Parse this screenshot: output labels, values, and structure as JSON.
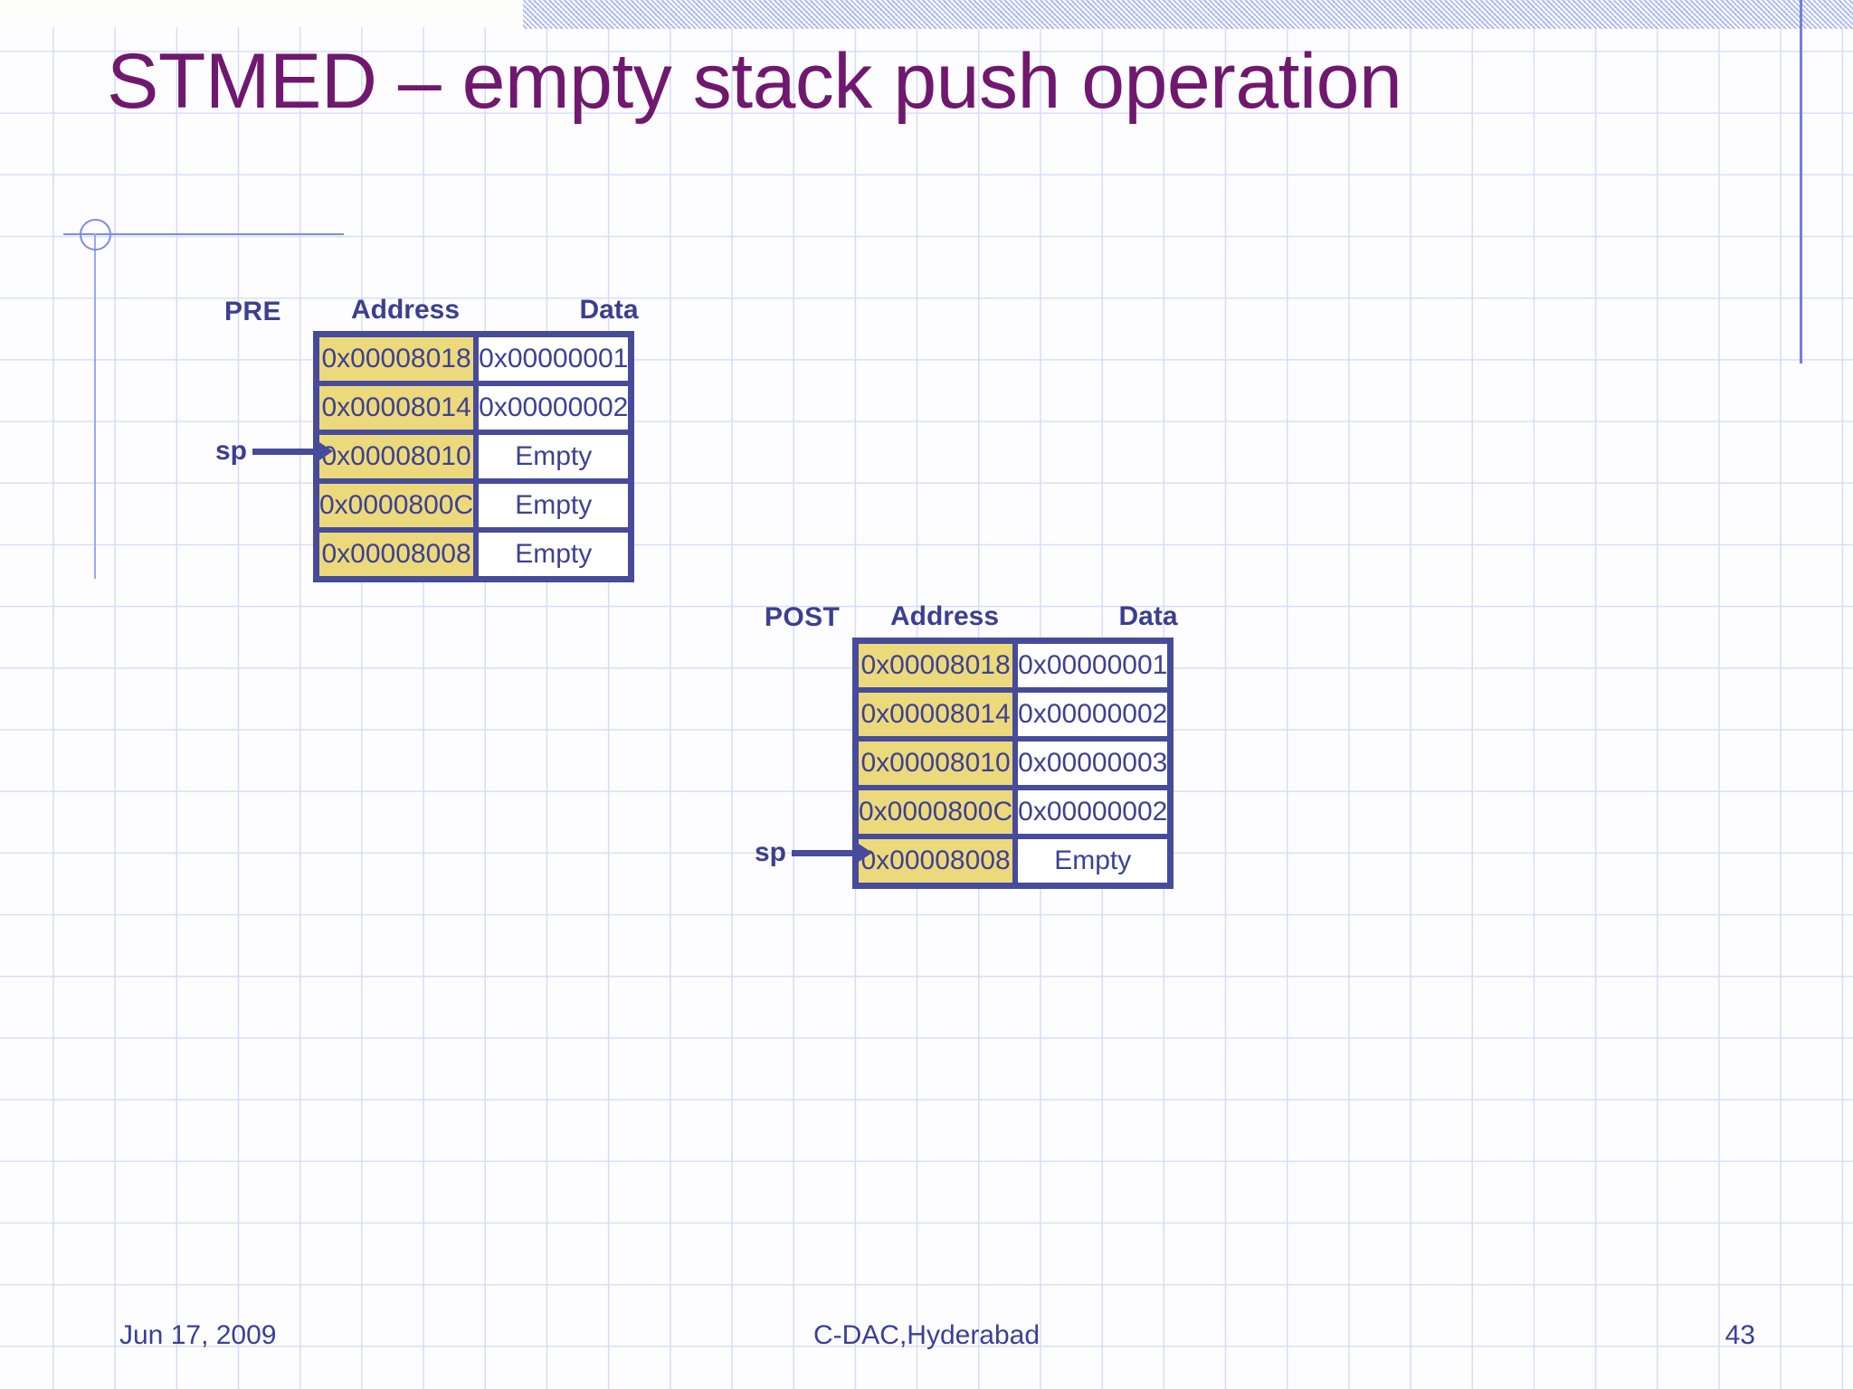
{
  "slide": {
    "title": "STMED – empty stack push operation",
    "accent_color": "#70186f",
    "table_border_color": "#474b9b",
    "address_cell_color": "#ecd97c",
    "grid_line_color": "#c3cdf5"
  },
  "pre": {
    "state_label": "PRE",
    "address_header": "Address",
    "data_header": "Data",
    "sp_label": "sp",
    "sp_row_index": 2,
    "rows": [
      {
        "address": "0x00008018",
        "data": "0x00000001"
      },
      {
        "address": "0x00008014",
        "data": "0x00000002"
      },
      {
        "address": "0x00008010",
        "data": "Empty"
      },
      {
        "address": "0x0000800C",
        "data": "Empty"
      },
      {
        "address": "0x00008008",
        "data": "Empty"
      }
    ]
  },
  "post": {
    "state_label": "POST",
    "address_header": "Address",
    "data_header": "Data",
    "sp_label": "sp",
    "sp_row_index": 4,
    "rows": [
      {
        "address": "0x00008018",
        "data": "0x00000001"
      },
      {
        "address": "0x00008014",
        "data": "0x00000002"
      },
      {
        "address": "0x00008010",
        "data": "0x00000003"
      },
      {
        "address": "0x0000800C",
        "data": "0x00000002"
      },
      {
        "address": "0x00008008",
        "data": "Empty"
      }
    ]
  },
  "footer": {
    "date": "Jun 17, 2009",
    "organization": "C-DAC,Hyderabad",
    "page_number": "43"
  }
}
